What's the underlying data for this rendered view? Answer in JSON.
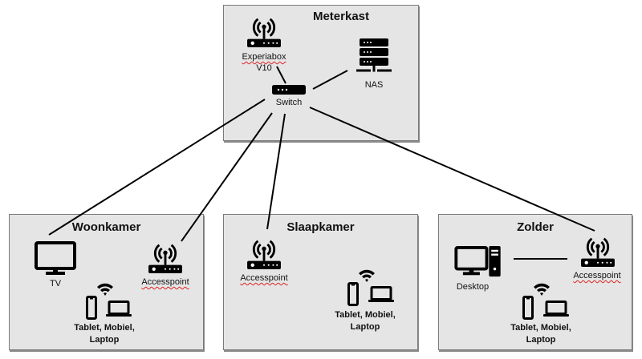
{
  "diagram": {
    "type": "network-topology",
    "rooms": {
      "meterkast": {
        "title": "Meterkast",
        "devices": {
          "router": {
            "label_line1": "Experiabox",
            "label_line2": "V10",
            "icon": "wifi-router-icon"
          },
          "switch": {
            "label": "Switch",
            "icon": "network-switch-icon"
          },
          "nas": {
            "label": "NAS",
            "icon": "server-stack-icon"
          }
        }
      },
      "woonkamer": {
        "title": "Woonkamer",
        "devices": {
          "tv": {
            "label": "TV",
            "icon": "monitor-icon"
          },
          "accesspoint": {
            "label": "Accesspoint",
            "icon": "wifi-router-icon"
          },
          "wireless": {
            "label_line1": "Tablet, Mobiel,",
            "label_line2": "Laptop",
            "icons": [
              "wifi-icon",
              "phone-icon",
              "laptop-icon"
            ]
          }
        }
      },
      "slaapkamer": {
        "title": "Slaapkamer",
        "devices": {
          "accesspoint": {
            "label": "Accesspoint",
            "icon": "wifi-router-icon"
          },
          "wireless": {
            "label_line1": "Tablet, Mobiel,",
            "label_line2": "Laptop",
            "icons": [
              "wifi-icon",
              "phone-icon",
              "laptop-icon"
            ]
          }
        }
      },
      "zolder": {
        "title": "Zolder",
        "devices": {
          "desktop": {
            "label": "Desktop",
            "icon": "desktop-computer-icon"
          },
          "accesspoint": {
            "label": "Accesspoint",
            "icon": "wifi-router-icon"
          },
          "wireless": {
            "label_line1": "Tablet, Mobiel,",
            "label_line2": "Laptop",
            "icons": [
              "wifi-icon",
              "phone-icon",
              "laptop-icon"
            ]
          }
        }
      }
    },
    "connections": [
      {
        "from": "Experiabox V10",
        "to": "Switch"
      },
      {
        "from": "Switch",
        "to": "NAS"
      },
      {
        "from": "Switch",
        "to": "Woonkamer TV"
      },
      {
        "from": "Switch",
        "to": "Woonkamer Accesspoint"
      },
      {
        "from": "Switch",
        "to": "Slaapkamer Accesspoint"
      },
      {
        "from": "Switch",
        "to": "Zolder Accesspoint"
      },
      {
        "from": "Zolder Desktop",
        "to": "Zolder Accesspoint"
      }
    ],
    "colors": {
      "room_fill": "#e6e5e6",
      "room_border": "#7a7a7a",
      "line": "#000000",
      "spellcheck_underline": "#dd2222"
    }
  }
}
